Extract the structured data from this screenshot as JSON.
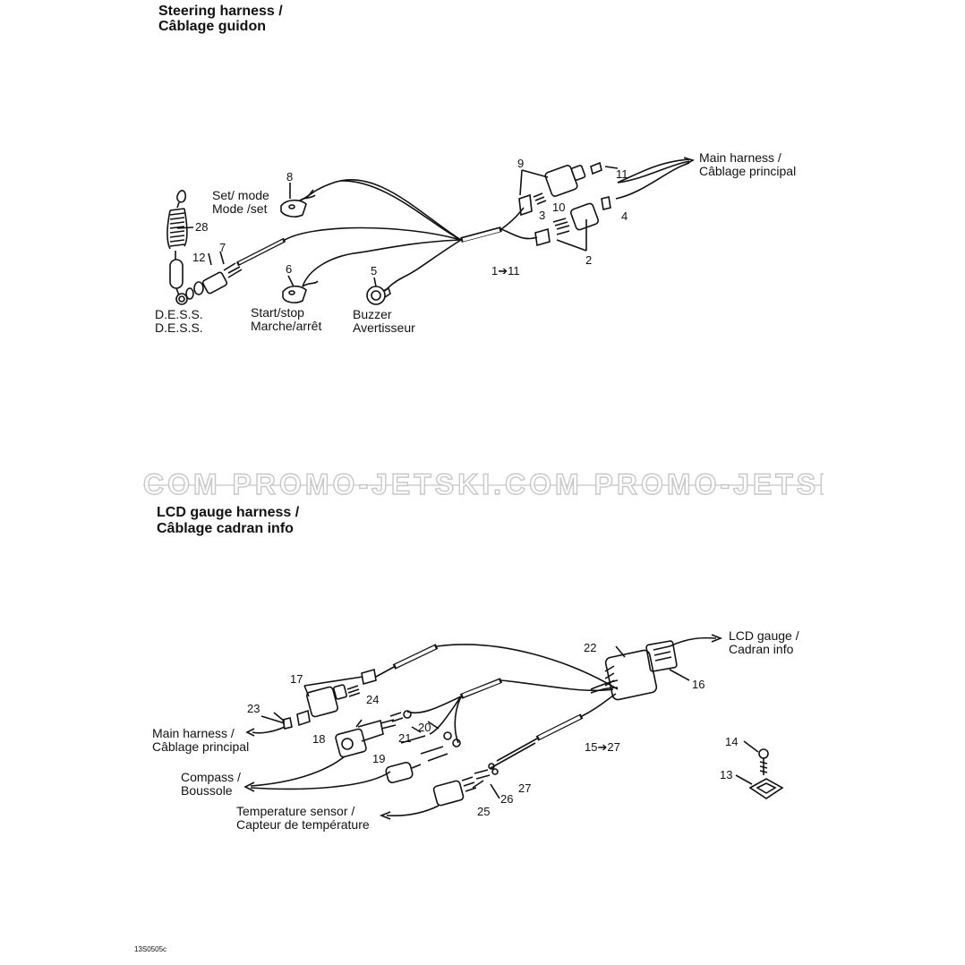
{
  "steering": {
    "title_en": "Steering harness /",
    "title_fr": "Câblage guidon",
    "labels": {
      "set_mode_en": "Set/ mode",
      "set_mode_fr": "Mode /set",
      "dess_en": "D.E.S.S.",
      "dess_fr": "D.E.S.S.",
      "start_stop_en": "Start/stop",
      "start_stop_fr": "Marche/arrêt",
      "buzzer_en": "Buzzer",
      "buzzer_fr": "Avertisseur",
      "main_harness_en": "Main harness   /",
      "main_harness_fr": "Câblage principal"
    },
    "callouts": [
      "8",
      "28",
      "12",
      "7",
      "6",
      "5",
      "9",
      "11",
      "10",
      "3",
      "4",
      "2",
      "1➔11"
    ]
  },
  "watermark": "COM   PROMO-JETSKI.COM   PROMO-JETSKI",
  "lcd": {
    "title_en": "LCD gauge harness /",
    "title_fr": "Câblage cadran info",
    "labels": {
      "lcd_gauge_en": "LCD gauge /",
      "lcd_gauge_fr": "Cadran info",
      "main_harness_en": "Main harness /",
      "main_harness_fr": "Câblage principal",
      "compass_en": "Compass /",
      "compass_fr": "Boussole",
      "temp_en": "Temperature sensor /",
      "temp_fr": "Capteur de température"
    },
    "callouts": [
      "22",
      "16",
      "17",
      "24",
      "23",
      "20",
      "18",
      "21",
      "19",
      "15➔27",
      "14",
      "13",
      "27",
      "26",
      "25"
    ]
  },
  "ref_code": "13S0505c"
}
